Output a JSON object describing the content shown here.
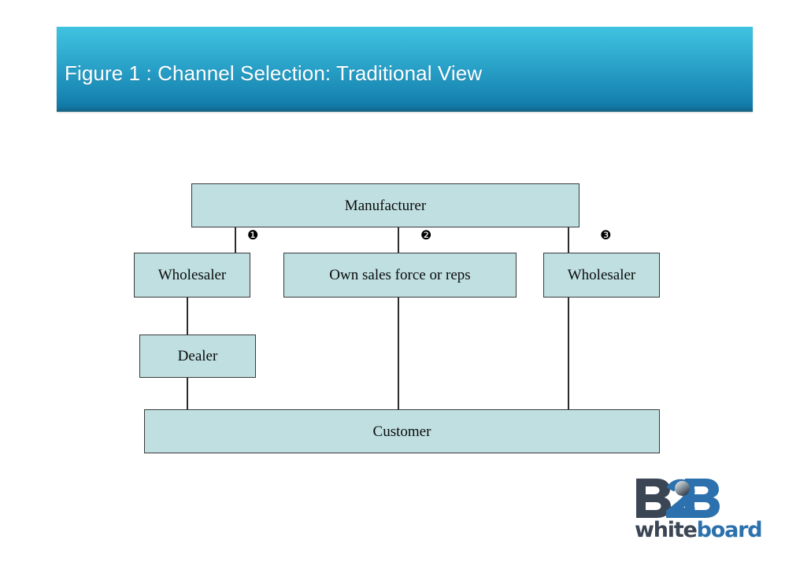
{
  "slide": {
    "title": "Figure 1 : Channel Selection: Traditional View",
    "background_color": "#ffffff"
  },
  "banner": {
    "gradient_top_color": "#3fc3e0",
    "gradient_bottom_color": "#16607f",
    "title_color": "#ffffff"
  },
  "diagram": {
    "type": "flowchart",
    "node_fill_color": "#bfdfe1",
    "node_border_color": "#3a3a3a",
    "connector_color": "#2b2b2b",
    "nodes": [
      {
        "id": "manufacturer",
        "label": "Manufacturer"
      },
      {
        "id": "wholesaler-left",
        "label": "Wholesaler"
      },
      {
        "id": "own-sales",
        "label": "Own sales force or reps"
      },
      {
        "id": "wholesaler-right",
        "label": "Wholesaler"
      },
      {
        "id": "dealer",
        "label": "Dealer"
      },
      {
        "id": "customer",
        "label": "Customer"
      }
    ],
    "channel_markers": [
      {
        "id": "channel-1",
        "glyph": "❶",
        "number": "1"
      },
      {
        "id": "channel-2",
        "glyph": "❷",
        "number": "2"
      },
      {
        "id": "channel-3",
        "glyph": "❸",
        "number": "3"
      }
    ],
    "paths": [
      {
        "id": "channel-1",
        "sequence": "Manufacturer → Wholesaler → Dealer → Customer"
      },
      {
        "id": "channel-2",
        "sequence": "Manufacturer → Own sales force or reps → Customer"
      },
      {
        "id": "channel-3",
        "sequence": "Manufacturer → Wholesaler → Customer"
      }
    ]
  },
  "logo": {
    "mark_text": "B2B",
    "wordmark_part_1": "white",
    "wordmark_part_2": "board",
    "dark_color": "#3b4654",
    "blue_color": "#2c71ad"
  }
}
